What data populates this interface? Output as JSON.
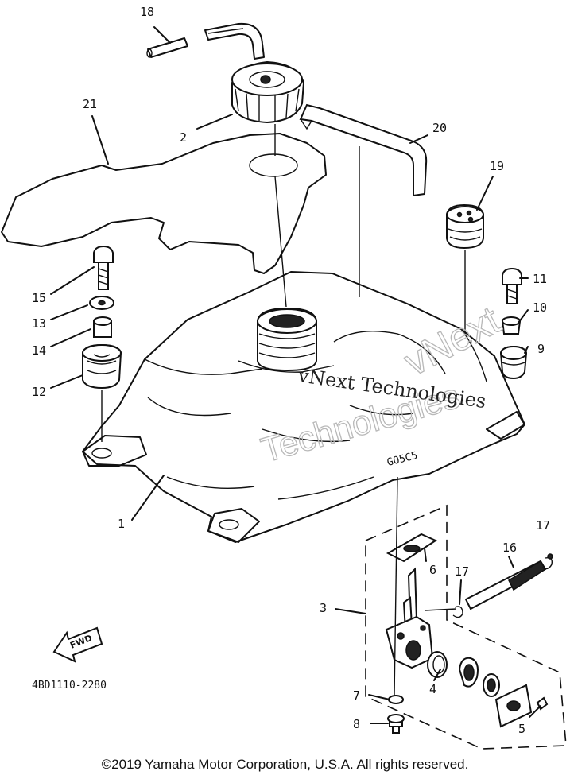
{
  "diagram": {
    "callouts": [
      {
        "id": "18",
        "label": "18"
      },
      {
        "id": "21",
        "label": "21"
      },
      {
        "id": "2",
        "label": "2"
      },
      {
        "id": "20",
        "label": "20"
      },
      {
        "id": "19",
        "label": "19"
      },
      {
        "id": "15",
        "label": "15"
      },
      {
        "id": "13",
        "label": "13"
      },
      {
        "id": "14",
        "label": "14"
      },
      {
        "id": "12",
        "label": "12"
      },
      {
        "id": "11",
        "label": "11"
      },
      {
        "id": "10",
        "label": "10"
      },
      {
        "id": "9",
        "label": "9"
      },
      {
        "id": "1",
        "label": "1"
      },
      {
        "id": "17a",
        "label": "17"
      },
      {
        "id": "16",
        "label": "16"
      },
      {
        "id": "6",
        "label": "6"
      },
      {
        "id": "17b",
        "label": "17"
      },
      {
        "id": "3",
        "label": "3"
      },
      {
        "id": "7",
        "label": "7"
      },
      {
        "id": "4",
        "label": "4"
      },
      {
        "id": "8",
        "label": "8"
      },
      {
        "id": "5",
        "label": "5"
      }
    ],
    "fwd_label": "FWD",
    "diagram_code": "4BD1110-2280",
    "tank_stamp": "GO5C5",
    "watermark_text": "vNext Technologies",
    "watermark_outline_1": "vNext",
    "watermark_outline_2": "Technologies"
  },
  "footer": {
    "copyright": "©2019 Yamaha Motor Corporation, U.S.A. All rights reserved."
  }
}
